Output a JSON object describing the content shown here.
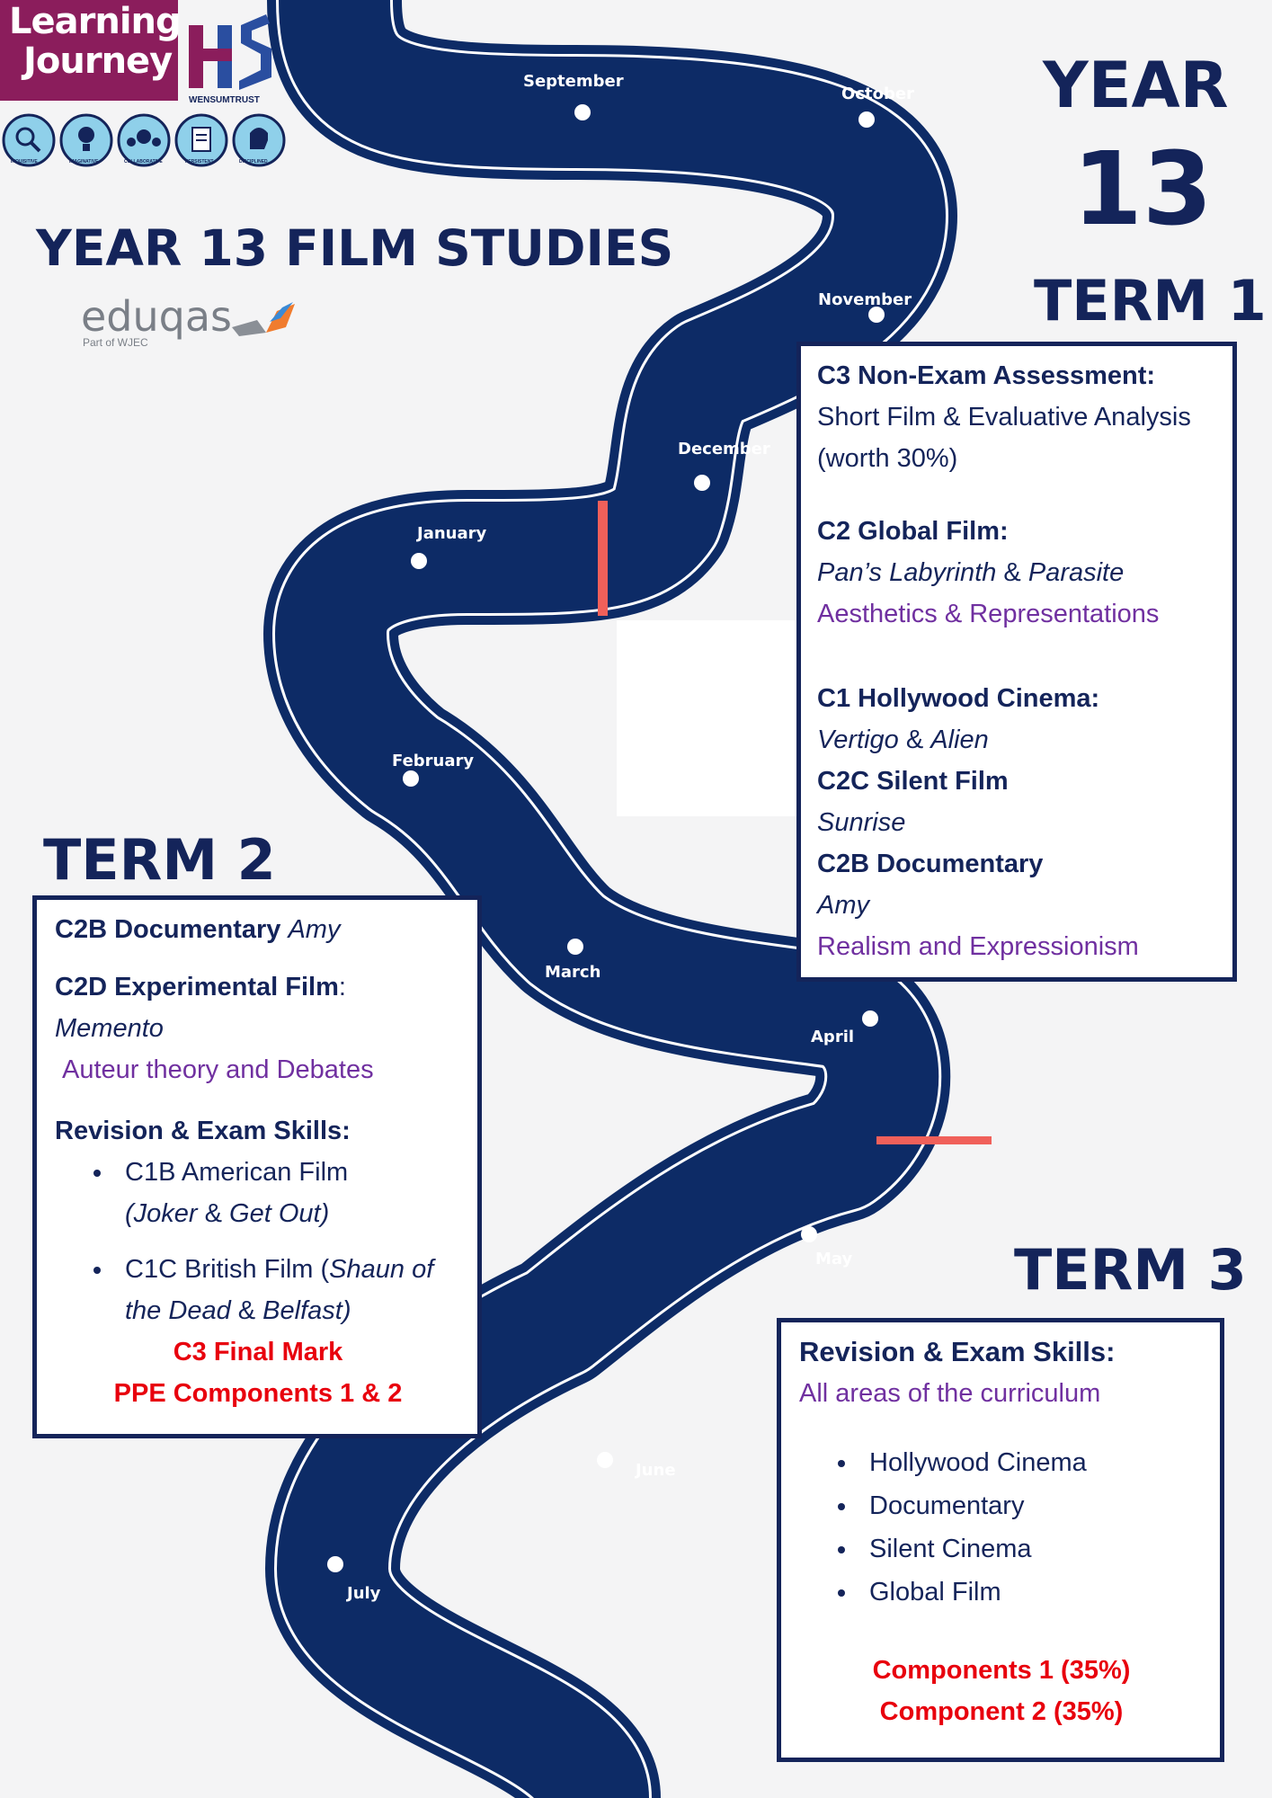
{
  "header": {
    "badge_line1": "Learning",
    "badge_line2": "Journey",
    "trust_name": "WENSUMTRUST",
    "trust_monogram": "HS",
    "values": [
      "INQUISITIVE",
      "IMAGINATIVE",
      "COLLABORATIVE",
      "PERSISTENT",
      "DISCIPLINED"
    ],
    "value_icons": [
      "magnifier-icon",
      "lightbulb-head-icon",
      "team-icon",
      "checklist-icon",
      "brain-head-icon"
    ]
  },
  "title": "YEAR 13 FILM STUDIES",
  "board": {
    "name": "eduqas",
    "sub": "Part of WJEC"
  },
  "year": {
    "label": "YEAR",
    "number": "13"
  },
  "months": [
    "September",
    "October",
    "November",
    "December",
    "January",
    "February",
    "March",
    "April",
    "May",
    "June",
    "July"
  ],
  "term1": {
    "heading": "TERM 1",
    "c3_title": "C3 Non-Exam Assessment:",
    "c3_line1": "Short Film & Evaluative Analysis",
    "c3_line2": "(worth 30%)",
    "c2_title": "C2 Global Film:",
    "c2_film1": "Pan’s Labyrinth",
    "c2_amp": " & ",
    "c2_film2": "Parasite",
    "c2_topic": "Aesthetics & Representations",
    "c1_title": "C1 Hollywood Cinema:",
    "c1_film1": "Vertigo",
    "c1_amp": " & ",
    "c1_film2": "Alien",
    "c2c_title": "C2C Silent Film",
    "c2c_film": "Sunrise",
    "c2b_title": "C2B Documentary",
    "c2b_film": "Amy",
    "topic_end": "Realism and Expressionism"
  },
  "term2": {
    "heading": "TERM 2",
    "doc_title": "C2B Documentary",
    "doc_film": "Amy",
    "exp_title": "C2D Experimental Film",
    "exp_colon": ":",
    "exp_film": "Memento",
    "topic": "Auteur theory and Debates",
    "rev_title": "Revision & Exam Skills:",
    "item1_a": "C1B American Film",
    "item1_b": "(Joker",
    "item1_c": " & ",
    "item1_d": "Get Out)",
    "item2_a": "C1C British Film (",
    "item2_b": "Shaun of the Dead",
    "item2_c": " & ",
    "item2_d": "Belfast)",
    "red1": "C3 Final Mark",
    "red2": "PPE Components 1 & 2"
  },
  "term3": {
    "heading": "TERM 3",
    "rev_title": "Revision & Exam Skills:",
    "rev_sub": "All areas of the curriculum",
    "items": [
      "Hollywood Cinema",
      "Documentary",
      "Silent Cinema",
      "Global Film"
    ],
    "red1": "Components 1 (35%)",
    "red2": "Component 2 (35%)"
  },
  "colors": {
    "navy": "#14245a",
    "road": "#0d2b66",
    "purple": "#7030a0",
    "red": "#e8000d",
    "marker": "#f0605a",
    "badge": "#8b1d5c"
  }
}
